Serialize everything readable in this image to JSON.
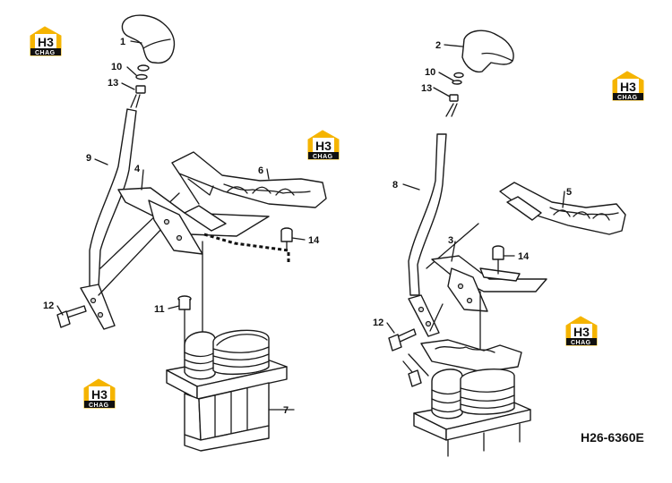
{
  "drawing_code": "H26-6360E",
  "logo": {
    "letters": "H3",
    "caption": "CHAG",
    "accent_color": "#f5b400"
  },
  "callouts": {
    "c1": "1",
    "c2": "2",
    "c3": "3",
    "c4": "4",
    "c5": "5",
    "c6": "6",
    "c7": "7",
    "c8": "8",
    "c9": "9",
    "c10a": "10",
    "c10b": "10",
    "c11": "11",
    "c12a": "12",
    "c12b": "12",
    "c13a": "13",
    "c13b": "13",
    "c14a": "14",
    "c14b": "14"
  }
}
